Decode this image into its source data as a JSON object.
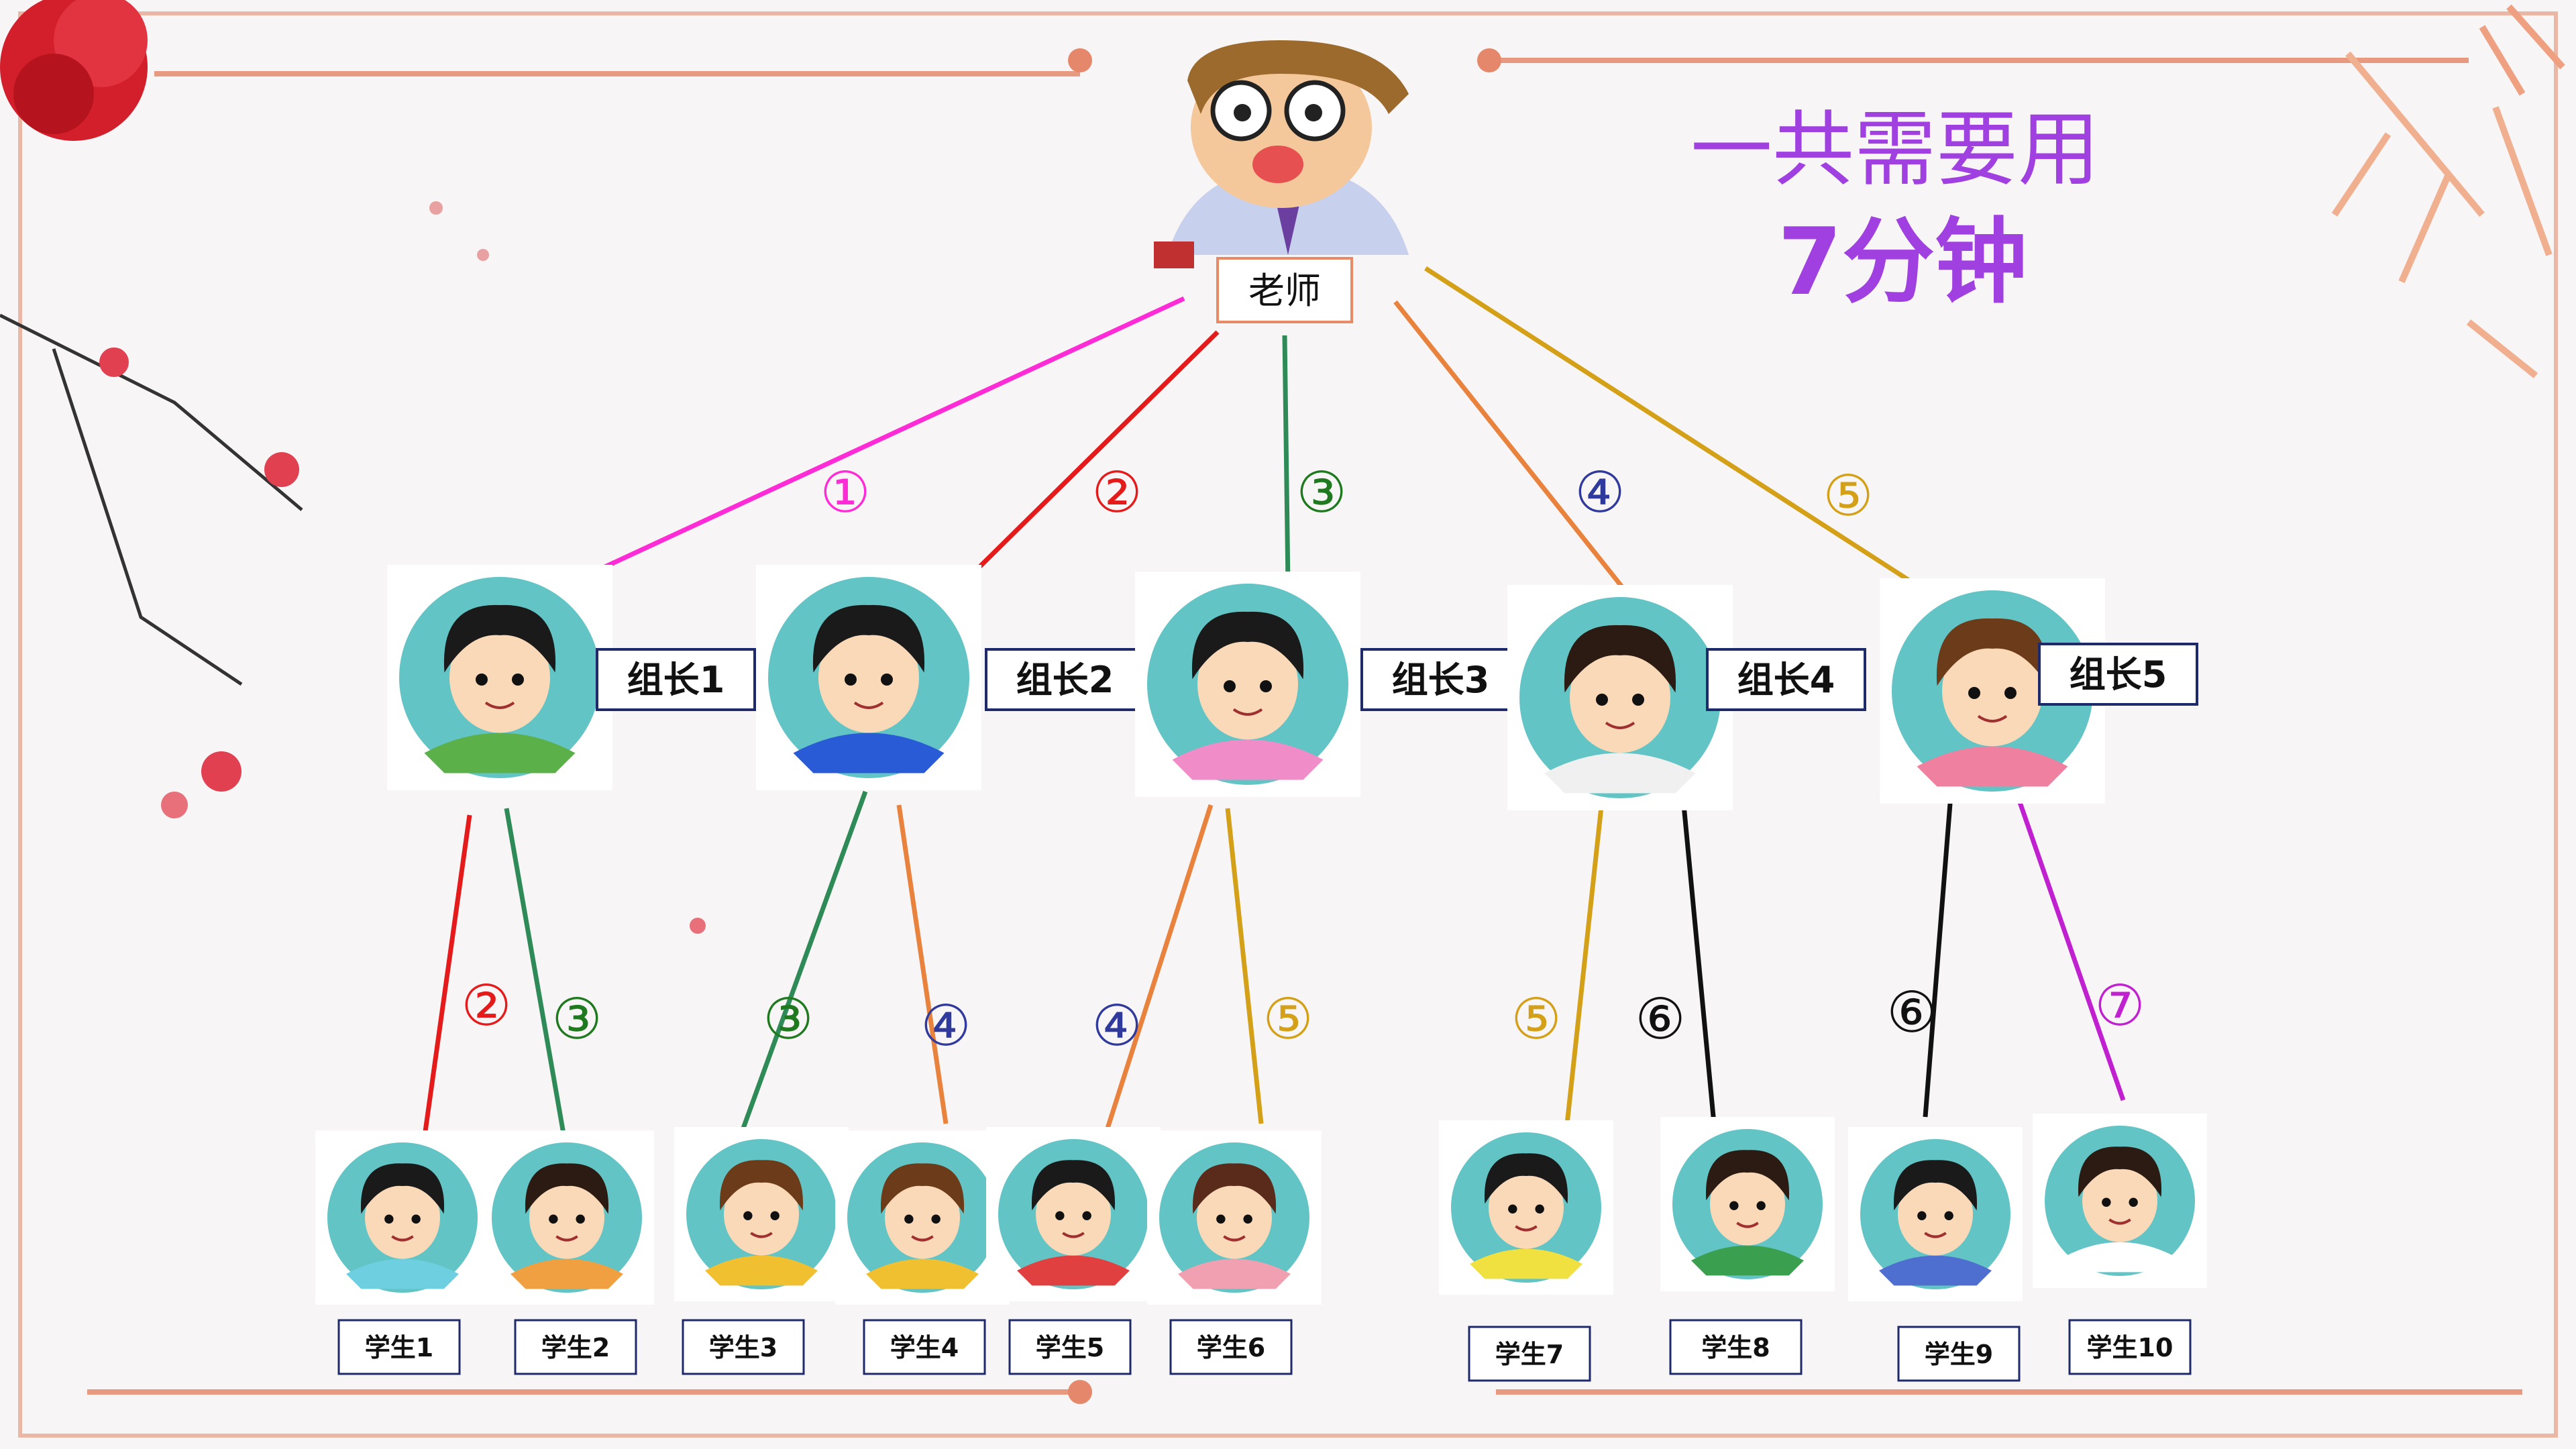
{
  "summary": {
    "line1": "一共需要用",
    "line2": "7分钟",
    "color": "#a040e0"
  },
  "teacher": {
    "label": "老师"
  },
  "leaders": [
    {
      "label": "组长1",
      "step": "①",
      "color": "#ff2bd6"
    },
    {
      "label": "组长2",
      "step": "②",
      "color": "#e51b1b"
    },
    {
      "label": "组长3",
      "step": "③",
      "color": "#2e8b57"
    },
    {
      "label": "组长4",
      "step": "④",
      "color": "#e8823c"
    },
    {
      "label": "组长5",
      "step": "⑤",
      "color": "#d4a017"
    }
  ],
  "students": [
    {
      "label": "学生1",
      "step": "②",
      "color": "#e51b1b"
    },
    {
      "label": "学生2",
      "step": "③",
      "color": "#2e8b57"
    },
    {
      "label": "学生3",
      "step": "③",
      "color": "#2e8b57"
    },
    {
      "label": "学生4",
      "step": "④",
      "color": "#e8823c"
    },
    {
      "label": "学生5",
      "step": "④",
      "color": "#e8823c"
    },
    {
      "label": "学生6",
      "step": "⑤",
      "color": "#d4a017"
    },
    {
      "label": "学生7",
      "step": "⑤",
      "color": "#d4a017"
    },
    {
      "label": "学生8",
      "step": "⑥",
      "color": "#111111"
    },
    {
      "label": "学生9",
      "step": "⑥",
      "color": "#111111"
    },
    {
      "label": "学生10",
      "step": "⑦",
      "color": "#c020d0"
    }
  ],
  "step_text_colors": {
    "①": "#ff2bd6",
    "②": "#e51b1b",
    "③": "#1f7a1f",
    "④": "#2f3a9c",
    "⑤": "#d4a017",
    "⑥": "#111111",
    "⑦": "#c020d0"
  }
}
